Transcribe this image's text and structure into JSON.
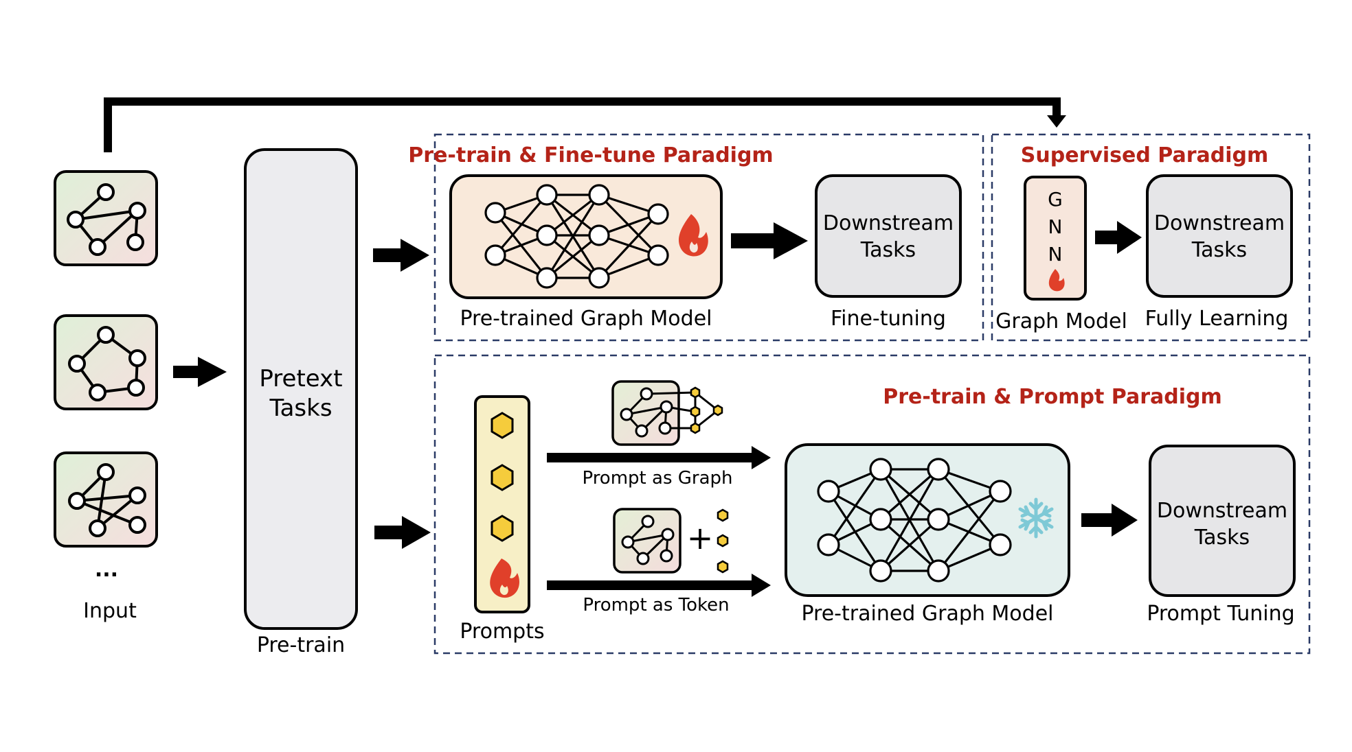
{
  "colors": {
    "title_red": "#b42318",
    "dash_border": "#2a3a66",
    "model_finetune_bg": "#f9e9da",
    "model_prompt_bg": "#e4f0ee",
    "downstream_bg": "#e6e6e8",
    "pretext_bg": "#ececef",
    "gnn_bg": "#f7e6dc",
    "prompts_bg": "#f7efc6",
    "hexagon": "#f5cc3c",
    "flame": "#e0402a",
    "snowflake": "#7ec9d6"
  },
  "input": {
    "label": "Input",
    "ellipsis": "..."
  },
  "pretrain": {
    "box_label_line1": "Pretext",
    "box_label_line2": "Tasks",
    "caption": "Pre-train"
  },
  "finetune_paradigm": {
    "title": "Pre-train & Fine-tune Paradigm",
    "model_caption": "Pre-trained Graph Model",
    "model_icon": "flame-icon",
    "downstream_line1": "Downstream",
    "downstream_line2": "Tasks",
    "downstream_caption": "Fine-tuning"
  },
  "supervised_paradigm": {
    "title": "Supervised Paradigm",
    "gnn_letters": [
      "G",
      "N",
      "N"
    ],
    "gnn_icon": "flame-icon",
    "gnn_caption": "Graph Model",
    "downstream_line1": "Downstream",
    "downstream_line2": "Tasks",
    "downstream_caption": "Fully Learning"
  },
  "prompt_paradigm": {
    "title": "Pre-train & Prompt Paradigm",
    "prompts_caption": "Prompts",
    "prompt_as_graph": "Prompt as Graph",
    "prompt_as_token": "Prompt as Token",
    "plus_sign": "+",
    "model_caption": "Pre-trained Graph Model",
    "model_icon": "snowflake-icon",
    "downstream_line1": "Downstream",
    "downstream_line2": "Tasks",
    "downstream_caption": "Prompt Tuning"
  }
}
